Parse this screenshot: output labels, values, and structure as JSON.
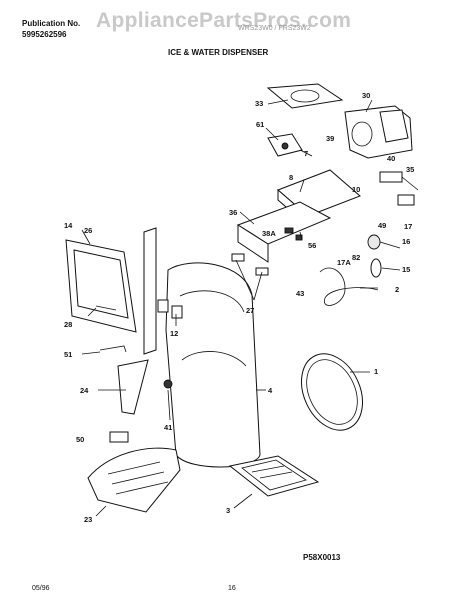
{
  "header": {
    "watermark": "AppliancePartsPros.com",
    "publication_label": "Publication No.",
    "publication_number": "5995262596",
    "models": "WRS23W0 / FRS23W2",
    "title": "ICE & WATER DISPENSER"
  },
  "callouts": [
    "33",
    "30",
    "61",
    "39",
    "7",
    "40",
    "35",
    "10",
    "8",
    "36",
    "49",
    "17",
    "38A",
    "56",
    "14",
    "26",
    "16",
    "17A",
    "82",
    "15",
    "43",
    "2",
    "27",
    "12",
    "28",
    "51",
    "1",
    "24",
    "4",
    "41",
    "50",
    "23",
    "3"
  ],
  "footer": {
    "figure_code": "P58X0013",
    "date": "05/96",
    "page": "16"
  }
}
